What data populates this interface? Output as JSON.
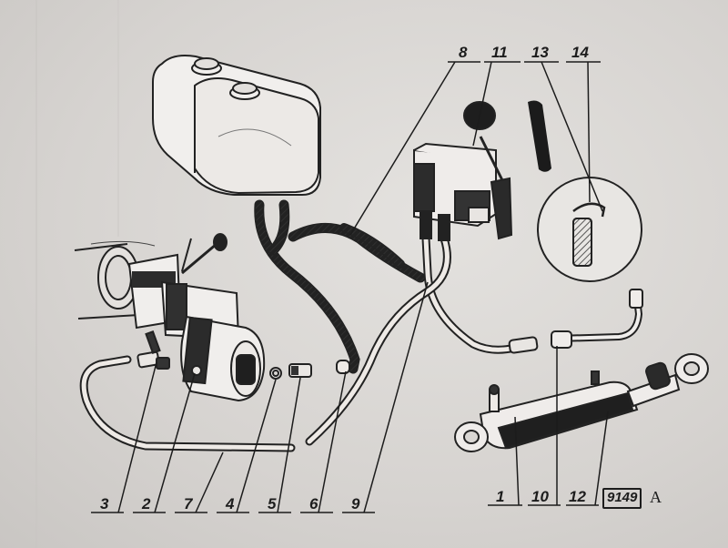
{
  "figure": {
    "part_labels": [
      "1",
      "2",
      "3",
      "4",
      "5",
      "6",
      "7",
      "8",
      "9",
      "10",
      "11",
      "12",
      "13",
      "14"
    ],
    "figure_number": "9149",
    "figure_suffix": "A"
  }
}
